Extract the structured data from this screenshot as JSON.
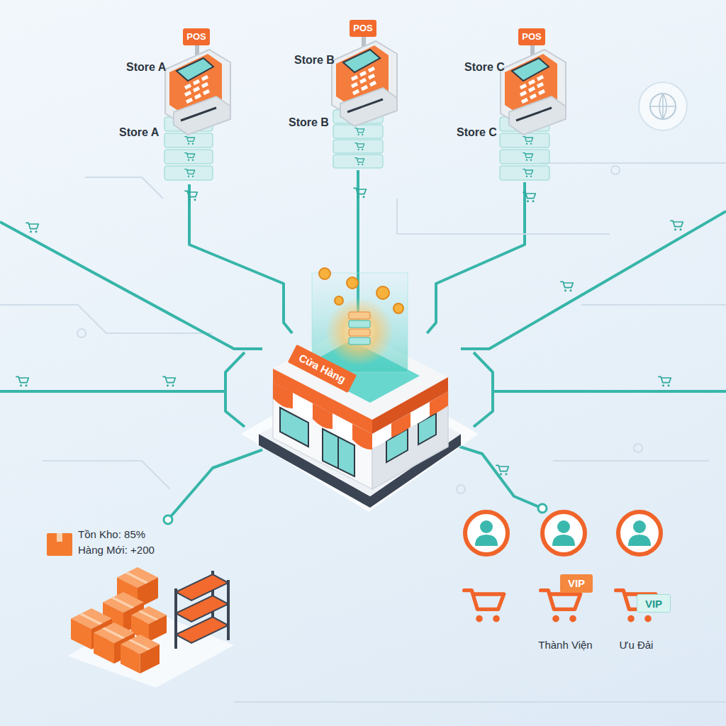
{
  "diagram": {
    "nodes": [
      {
        "text": [
          "Store A",
          "POS"
        ]
      },
      {
        "text": [
          "Store B",
          "POS"
        ]
      },
      {
        "text": [
          "Store C",
          "POS"
        ]
      },
      {
        "text": [
          "Store A"
        ]
      },
      {
        "text": [
          "Store B"
        ]
      },
      {
        "text": [
          "Store C"
        ]
      },
      {
        "text": [
          "Cửa Hàng"
        ]
      },
      {
        "text": [
          "Tồn Kho: 85%",
          "Hàng Mới: +200"
        ]
      },
      {
        "text": [
          "VIP",
          "Thành Viện"
        ]
      },
      {
        "text": [
          "VIP",
          "Ưu Đải"
        ]
      }
    ],
    "edges": [
      {
        "from": 3,
        "to": 6,
        "arrow": "none"
      },
      {
        "from": 4,
        "to": 6,
        "arrow": "none"
      },
      {
        "from": 5,
        "to": 6,
        "arrow": "none"
      },
      {
        "from": 6,
        "to": 7,
        "arrow": "none"
      },
      {
        "from": 6,
        "to": 8,
        "arrow": "none"
      }
    ]
  }
}
